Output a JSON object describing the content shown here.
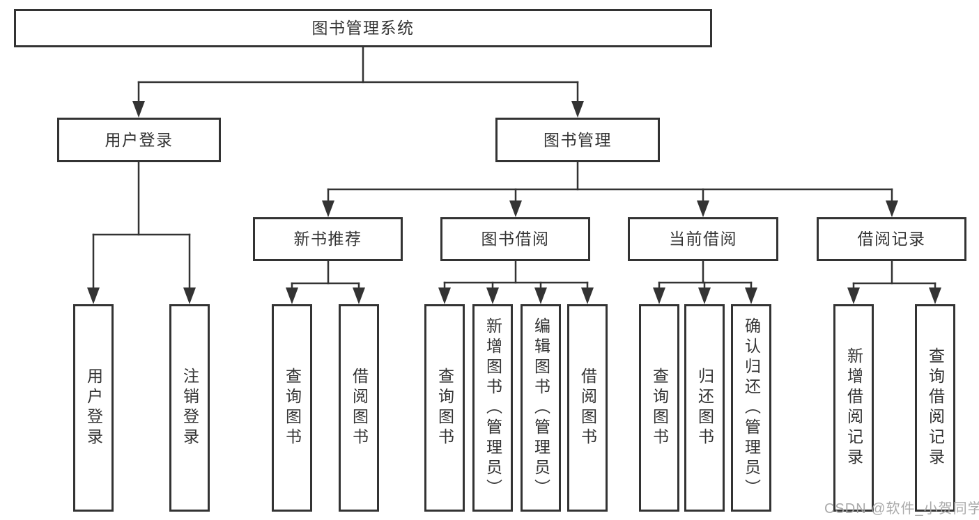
{
  "tree": {
    "label": "图书管理系统",
    "children": [
      {
        "label": "用户登录",
        "children": [
          {
            "label": "用户登录"
          },
          {
            "label": "注销登录"
          }
        ]
      },
      {
        "label": "图书管理",
        "children": [
          {
            "label": "新书推荐",
            "children": [
              {
                "label": "查询图书"
              },
              {
                "label": "借阅图书"
              }
            ]
          },
          {
            "label": "图书借阅",
            "children": [
              {
                "label": "查询图书"
              },
              {
                "label": "新增图书（管理员）"
              },
              {
                "label": "编辑图书（管理员）"
              },
              {
                "label": "借阅图书"
              }
            ]
          },
          {
            "label": "当前借阅",
            "children": [
              {
                "label": "查询图书"
              },
              {
                "label": "归还图书"
              },
              {
                "label": "确认归还（管理员）"
              }
            ]
          },
          {
            "label": "借阅记录",
            "children": [
              {
                "label": "新增借阅记录"
              },
              {
                "label": "查询借阅记录"
              }
            ]
          }
        ]
      }
    ]
  },
  "watermark": {
    "text": "CSDN @软件_小贺同学"
  },
  "colors": {
    "line": "#333333",
    "box_border": "#333333",
    "background": "#ffffff",
    "watermark": "#a5a5a5"
  }
}
